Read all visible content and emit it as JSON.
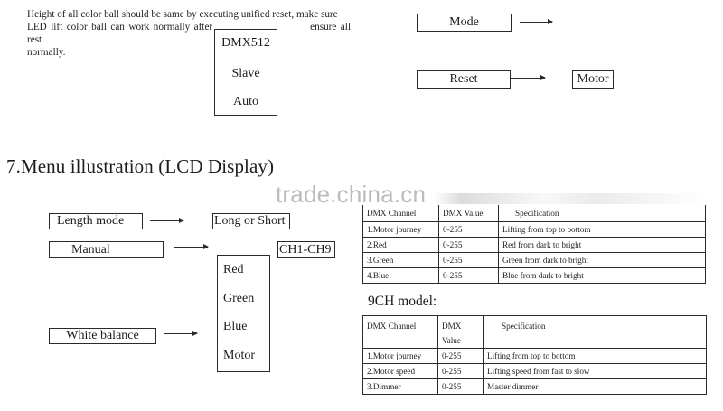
{
  "intro": {
    "line1": "Height of all color ball should be same by executing unified reset, make sure",
    "line2_before": "LED lift color ball can work normally after",
    "line2_after": "ensure all rest",
    "line3": "normally."
  },
  "mode_options": [
    "DMX512",
    "Slave",
    "Auto"
  ],
  "top_right": {
    "mode_label": "Mode",
    "reset_label": "Reset",
    "motor_label": "Motor"
  },
  "section": {
    "heading": "7.Menu illustration (LCD Display)"
  },
  "watermark": "trade.china.cn",
  "menu": {
    "length_mode": "Length mode",
    "long_or_short": "Long or Short",
    "manual": "Manual",
    "ch_range": "CH1-CH9",
    "white_balance": "White balance",
    "wb_options": [
      "Red",
      "Green",
      "Blue",
      "Motor"
    ]
  },
  "table_4ch": {
    "headers": [
      "DMX Channel",
      "DMX Value",
      "Specification"
    ],
    "rows": [
      [
        "1.Motor journey",
        "0-255",
        "Lifting from top to bottom"
      ],
      [
        "2.Red",
        "0-255",
        "Red from dark to bright"
      ],
      [
        "3.Green",
        "0-255",
        "Green from dark to bright"
      ],
      [
        "4.Blue",
        "0-255",
        "Blue from dark to bright"
      ]
    ]
  },
  "model_9ch": {
    "title": "9CH model:",
    "headers": [
      "DMX Channel",
      "DMX Value",
      "Specification"
    ],
    "rows": [
      [
        "1.Motor journey",
        "0-255",
        "Lifting from top to bottom"
      ],
      [
        "2.Motor speed",
        "0-255",
        "Lifting speed from fast to slow"
      ],
      [
        "3.Dimmer",
        "0-255",
        "Master dimmer"
      ]
    ]
  }
}
